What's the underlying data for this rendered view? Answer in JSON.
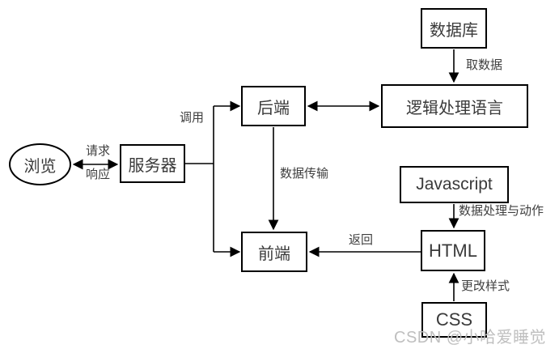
{
  "diagram": {
    "nodes": {
      "browser": {
        "label": "浏览"
      },
      "server": {
        "label": "服务器"
      },
      "backend": {
        "label": "后端"
      },
      "frontend": {
        "label": "前端"
      },
      "database": {
        "label": "数据库"
      },
      "logic": {
        "label": "逻辑处理语言"
      },
      "javascript": {
        "label": "Javascript"
      },
      "html": {
        "label": "HTML"
      },
      "css": {
        "label": "CSS"
      }
    },
    "edge_labels": {
      "request": "请求",
      "response": "响应",
      "call": "调用",
      "fetch_data": "取数据",
      "data_transfer": "数据传输",
      "data_process": "数据处理与动作",
      "return": "返回",
      "change_style": "更改样式"
    },
    "watermark": "CSDN @小哈爱睡觉",
    "colors": {
      "stroke": "#000000",
      "text": "#3a3a3a",
      "watermark": "#bfbfbf",
      "background": "#ffffff"
    }
  }
}
